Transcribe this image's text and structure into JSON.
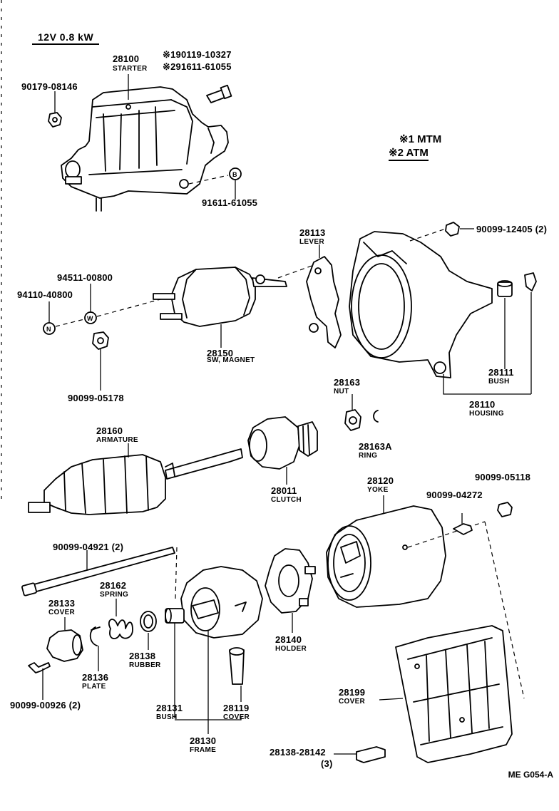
{
  "title": "12V 0.8 kW",
  "legend": {
    "mark1": "※1  MTM",
    "mark2": "※2  ATM"
  },
  "reference": "ME G054-A",
  "circle_letters": {
    "b": "B",
    "w": "W",
    "n": "N"
  },
  "parts": {
    "p90179": {
      "number": "90179-08146"
    },
    "p28100": {
      "number": "28100",
      "name": "STARTER",
      "note1": "※190119-10327",
      "note2": "※291611-61055"
    },
    "p91611": {
      "number": "91611-61055"
    },
    "p90099_12405": {
      "number": "90099-12405 (2)"
    },
    "p28113": {
      "number": "28113",
      "name": "LEVER"
    },
    "p94511": {
      "number": "94511-00800"
    },
    "p94110": {
      "number": "94110-40800"
    },
    "p28150": {
      "number": "28150",
      "name": "SW, MAGNET"
    },
    "p90099_05178": {
      "number": "90099-05178"
    },
    "p28111": {
      "number": "28111",
      "name": "BUSH"
    },
    "p28110": {
      "number": "28110",
      "name": "HOUSING"
    },
    "p28163": {
      "number": "28163",
      "name": "NUT"
    },
    "p28163a": {
      "number": "28163A",
      "name": "RING"
    },
    "p28160": {
      "number": "28160",
      "name": "ARMATURE"
    },
    "p28011": {
      "number": "28011",
      "name": "CLUTCH"
    },
    "p28120": {
      "number": "28120",
      "name": "YOKE"
    },
    "p90099_05118": {
      "number": "90099-05118"
    },
    "p90099_04272": {
      "number": "90099-04272"
    },
    "p90099_04921": {
      "number": "90099-04921 (2)"
    },
    "p28162": {
      "number": "28162",
      "name": "SPRING"
    },
    "p28133": {
      "number": "28133",
      "name": "COVER"
    },
    "p28140": {
      "number": "28140",
      "name": "HOLDER"
    },
    "p28138": {
      "number": "28138",
      "name": "RUBBER"
    },
    "p28136": {
      "number": "28136",
      "name": "PLATE"
    },
    "p90099_00926": {
      "number": "90099-00926 (2)"
    },
    "p28199": {
      "number": "28199",
      "name": "COVER"
    },
    "p28131": {
      "number": "28131",
      "name": "BUSH"
    },
    "p28119": {
      "number": "28119",
      "name": "COVER"
    },
    "p28130": {
      "number": "28130",
      "name": "FRAME"
    },
    "p28138_28142": {
      "number": "28138-28142",
      "qty": "(3)"
    }
  }
}
